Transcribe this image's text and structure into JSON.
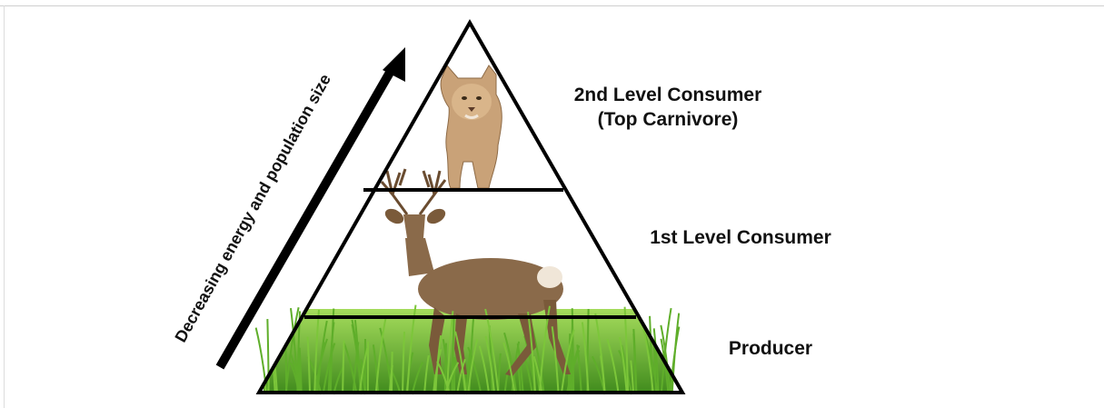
{
  "diagram": {
    "levels": [
      {
        "id": "top",
        "title_line1": "2nd Level Consumer",
        "title_line2": "(Top Carnivore)",
        "animal": "cougar"
      },
      {
        "id": "middle",
        "title": "1st Level Consumer",
        "animal": "deer"
      },
      {
        "id": "bottom",
        "title": "Producer",
        "animal": "grass"
      }
    ],
    "arrow_label": "Decreasing energy and population size",
    "colors": {
      "outline": "#000000",
      "grass_dark": "#4f9a22",
      "grass_light": "#8ed43f",
      "deer_body": "#8a6a4a",
      "cougar_body": "#c9a278"
    }
  }
}
